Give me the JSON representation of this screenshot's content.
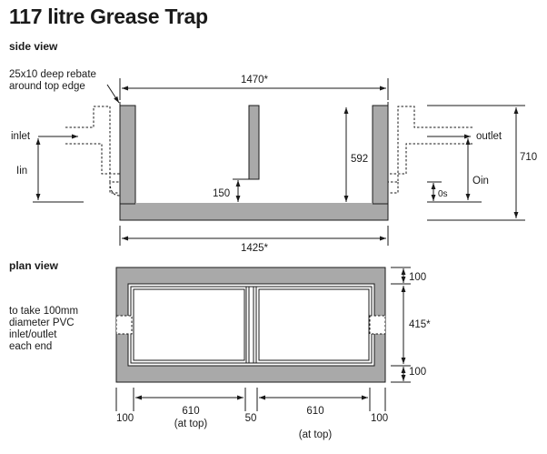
{
  "title": "117 litre Grease Trap",
  "side_view": {
    "heading": "side view",
    "rebate_note_line1": "25x10 deep rebate",
    "rebate_note_line2": "around top edge",
    "dim_top_length": "1470*",
    "dim_bottom_length": "1425*",
    "dim_inner_height": "592",
    "dim_baffle_gap": "150",
    "dim_total_height": "710",
    "label_inlet": "inlet",
    "label_outlet": "outlet",
    "label_inlet_invert": "Iin",
    "label_outlet_invert": "Oin",
    "label_offset": "0s"
  },
  "plan_view": {
    "heading": "plan view",
    "pipe_note": [
      "to take 100mm",
      "diameter PVC",
      "inlet/outlet",
      "each end"
    ],
    "dim_right_top": "100",
    "dim_right_middle": "415*",
    "dim_right_bottom": "100",
    "dim_bottom_left_wall": "100",
    "dim_bottom_chamber1": "610",
    "dim_bottom_chamber1_note": "(at top)",
    "dim_bottom_middle_wall": "50",
    "dim_bottom_chamber2": "610",
    "dim_bottom_chamber2_note": "(at top)",
    "dim_bottom_right_wall": "100"
  },
  "colors": {
    "concrete": "#a9a9a9",
    "line": "#1a1a1a"
  }
}
